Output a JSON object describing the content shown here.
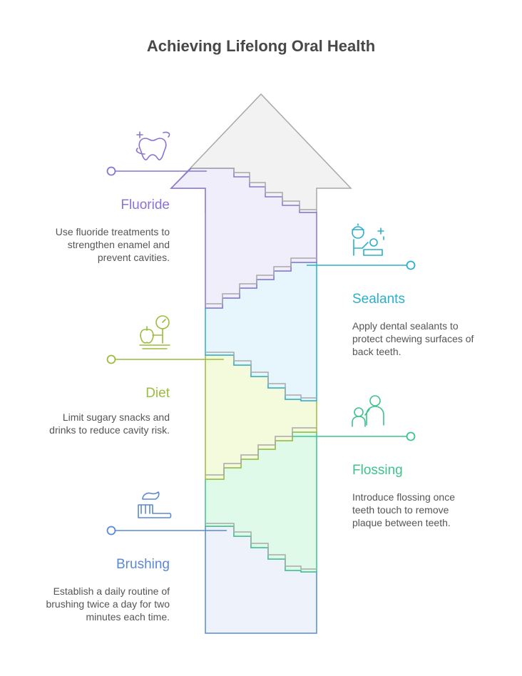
{
  "title": "Achieving Lifelong Oral Health",
  "colors": {
    "fluoride": "#8a72d8",
    "sealants": "#2ab0cc",
    "diet": "#9cbc3c",
    "flossing": "#3cc48c",
    "brushing": "#5a88d4",
    "arrow_fill": "#f2f2f2",
    "arrow_stroke": "#a8a8a8",
    "text": "#555555"
  },
  "steps": [
    {
      "key": "fluoride",
      "label": "Fluoride",
      "icon": "tooth-sparkle-icon",
      "description": "Use fluoride treatments to\nstrengthen enamel and\nprevent cavities."
    },
    {
      "key": "sealants",
      "label": "Sealants",
      "icon": "dentist-patient-icon",
      "description": "Apply dental sealants to\nprotect chewing surfaces of\nback teeth."
    },
    {
      "key": "diet",
      "label": "Diet",
      "icon": "apple-scale-icon",
      "description": "Limit sugary snacks and\ndrinks to reduce cavity risk."
    },
    {
      "key": "flossing",
      "label": "Flossing",
      "icon": "parent-child-icon",
      "description": "Introduce flossing once\nteeth touch to remove\nplaque between teeth."
    },
    {
      "key": "brushing",
      "label": "Brushing",
      "icon": "toothbrush-icon",
      "description": "Establish a daily routine of\nbrushing twice a day for two\nminutes each time."
    }
  ]
}
